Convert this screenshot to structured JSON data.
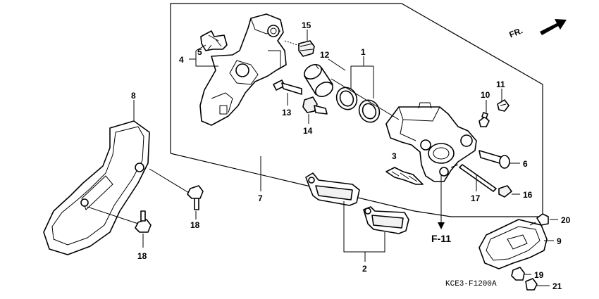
{
  "diagram": {
    "direction_label": "FR.",
    "reference_label": "F-11",
    "catalog_code": "KCE3-F1200A",
    "callouts": {
      "c1": "1",
      "c2": "2",
      "c3": "3",
      "c4": "4",
      "c5": "5",
      "c6": "6",
      "c7": "7",
      "c8": "8",
      "c9": "9",
      "c10": "10",
      "c11": "11",
      "c12": "12",
      "c13": "13",
      "c14": "14",
      "c15": "15",
      "c16": "16",
      "c17": "17",
      "c18a": "18",
      "c18b": "18",
      "c19": "19",
      "c20": "20",
      "c21": "21"
    }
  }
}
